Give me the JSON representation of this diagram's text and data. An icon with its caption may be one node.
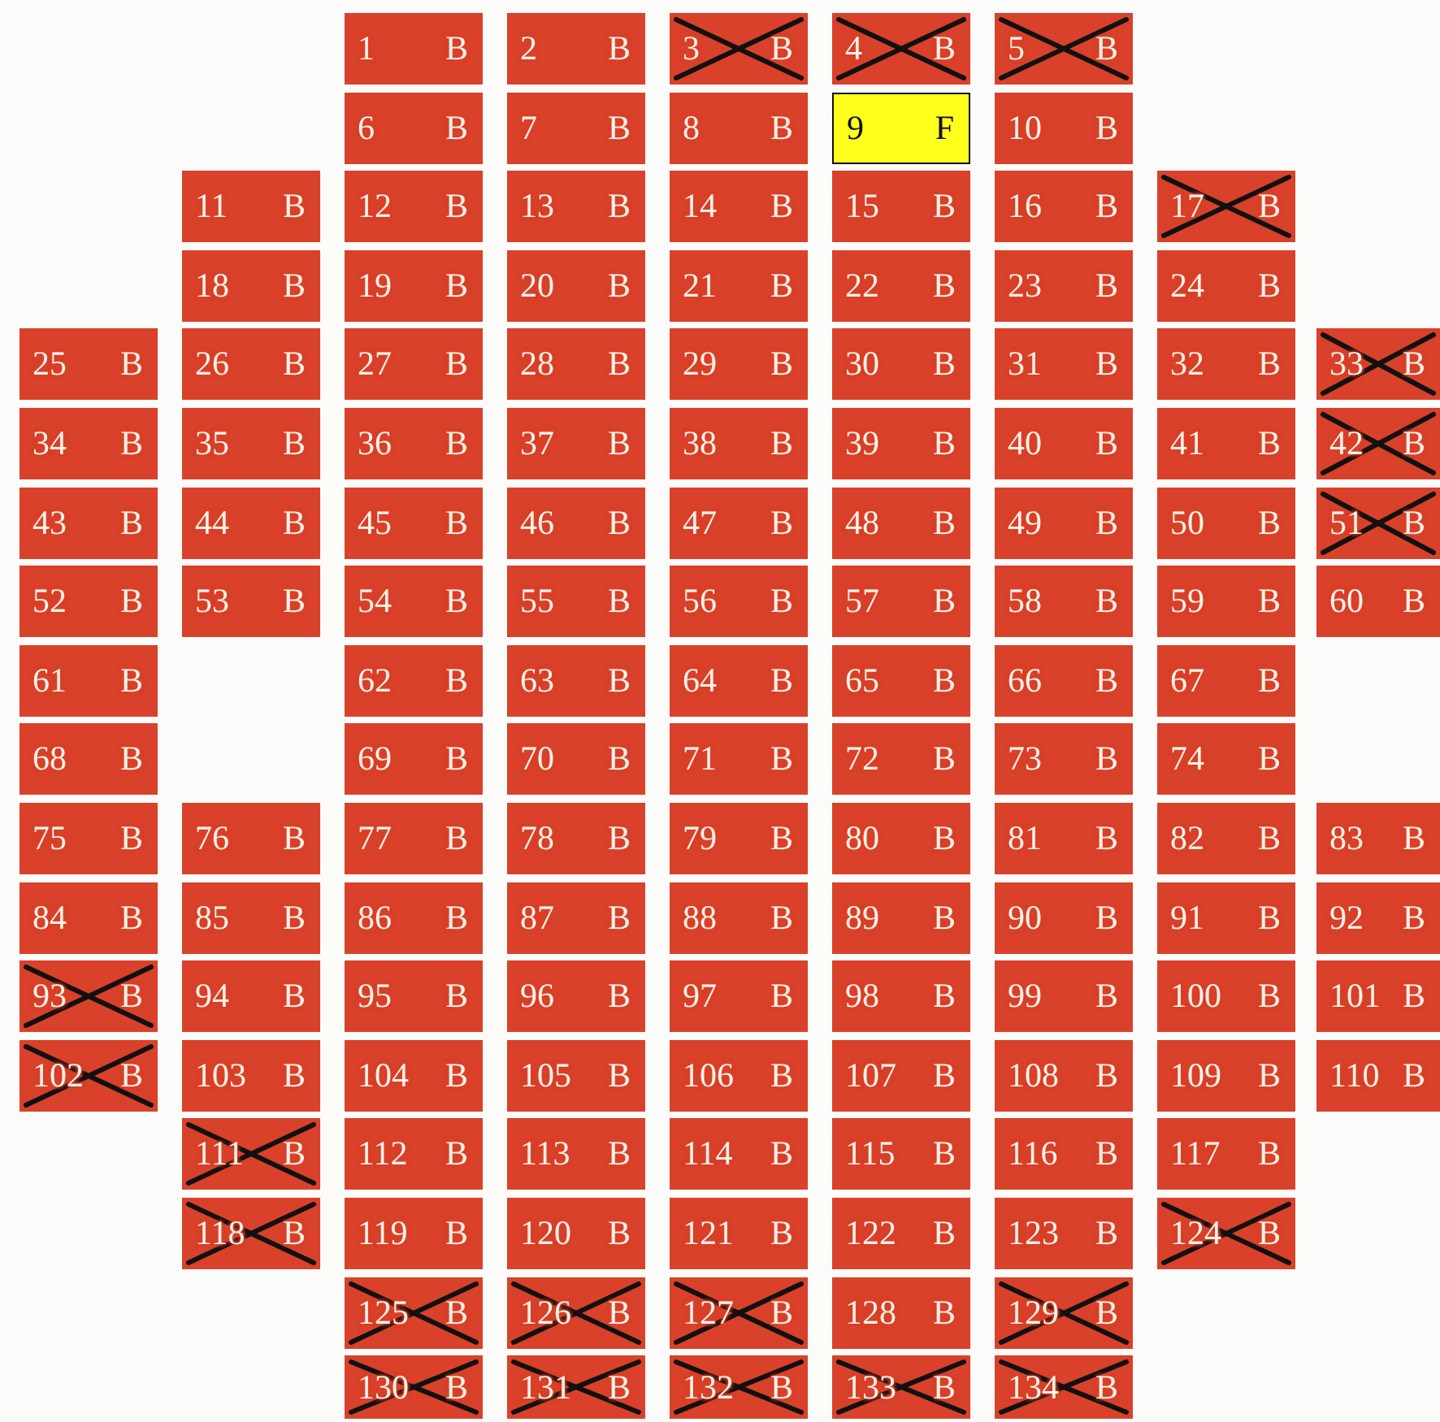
{
  "diagram": {
    "nodes": [
      {
        "text": [
          "1",
          "B"
        ]
      },
      {
        "text": [
          "2",
          "B"
        ]
      },
      {
        "text": [
          "3",
          "B"
        ]
      },
      {
        "text": [
          "4",
          "B"
        ]
      },
      {
        "text": [
          "5",
          "B"
        ]
      },
      {
        "text": [
          "6",
          "B"
        ]
      },
      {
        "text": [
          "7",
          "B"
        ]
      },
      {
        "text": [
          "8",
          "B"
        ]
      },
      {
        "text": [
          "9",
          "F"
        ]
      },
      {
        "text": [
          "10",
          "B"
        ]
      },
      {
        "text": [
          "11",
          "B"
        ]
      },
      {
        "text": [
          "12",
          "B"
        ]
      },
      {
        "text": [
          "13",
          "B"
        ]
      },
      {
        "text": [
          "14",
          "B"
        ]
      },
      {
        "text": [
          "15",
          "B"
        ]
      },
      {
        "text": [
          "16",
          "B"
        ]
      },
      {
        "text": [
          "17",
          "B"
        ]
      },
      {
        "text": [
          "18",
          "B"
        ]
      },
      {
        "text": [
          "19",
          "B"
        ]
      },
      {
        "text": [
          "20",
          "B"
        ]
      },
      {
        "text": [
          "21",
          "B"
        ]
      },
      {
        "text": [
          "22",
          "B"
        ]
      },
      {
        "text": [
          "23",
          "B"
        ]
      },
      {
        "text": [
          "24",
          "B"
        ]
      },
      {
        "text": [
          "25",
          "B"
        ]
      },
      {
        "text": [
          "26",
          "B"
        ]
      },
      {
        "text": [
          "27",
          "B"
        ]
      },
      {
        "text": [
          "28",
          "B"
        ]
      },
      {
        "text": [
          "29",
          "B"
        ]
      },
      {
        "text": [
          "30",
          "B"
        ]
      },
      {
        "text": [
          "31",
          "B"
        ]
      },
      {
        "text": [
          "32",
          "B"
        ]
      },
      {
        "text": [
          "33",
          "B"
        ]
      },
      {
        "text": [
          "34",
          "B"
        ]
      },
      {
        "text": [
          "35",
          "B"
        ]
      },
      {
        "text": [
          "36",
          "B"
        ]
      },
      {
        "text": [
          "37",
          "B"
        ]
      },
      {
        "text": [
          "38",
          "B"
        ]
      },
      {
        "text": [
          "39",
          "B"
        ]
      },
      {
        "text": [
          "40",
          "B"
        ]
      },
      {
        "text": [
          "41",
          "B"
        ]
      },
      {
        "text": [
          "42",
          "B"
        ]
      },
      {
        "text": [
          "43",
          "B"
        ]
      },
      {
        "text": [
          "44",
          "B"
        ]
      },
      {
        "text": [
          "45",
          "B"
        ]
      },
      {
        "text": [
          "46",
          "B"
        ]
      },
      {
        "text": [
          "47",
          "B"
        ]
      },
      {
        "text": [
          "48",
          "B"
        ]
      },
      {
        "text": [
          "49",
          "B"
        ]
      },
      {
        "text": [
          "50",
          "B"
        ]
      },
      {
        "text": [
          "51",
          "B"
        ]
      },
      {
        "text": [
          "52",
          "B"
        ]
      },
      {
        "text": [
          "53",
          "B"
        ]
      },
      {
        "text": [
          "54",
          "B"
        ]
      },
      {
        "text": [
          "55",
          "B"
        ]
      },
      {
        "text": [
          "56",
          "B"
        ]
      },
      {
        "text": [
          "57",
          "B"
        ]
      },
      {
        "text": [
          "58",
          "B"
        ]
      },
      {
        "text": [
          "59",
          "B"
        ]
      },
      {
        "text": [
          "60",
          "B"
        ]
      },
      {
        "text": [
          "61",
          "B"
        ]
      },
      {
        "text": [
          "62",
          "B"
        ]
      },
      {
        "text": [
          "63",
          "B"
        ]
      },
      {
        "text": [
          "64",
          "B"
        ]
      },
      {
        "text": [
          "65",
          "B"
        ]
      },
      {
        "text": [
          "66",
          "B"
        ]
      },
      {
        "text": [
          "67",
          "B"
        ]
      },
      {
        "text": [
          "68",
          "B"
        ]
      },
      {
        "text": [
          "69",
          "B"
        ]
      },
      {
        "text": [
          "70",
          "B"
        ]
      },
      {
        "text": [
          "71",
          "B"
        ]
      },
      {
        "text": [
          "72",
          "B"
        ]
      },
      {
        "text": [
          "73",
          "B"
        ]
      },
      {
        "text": [
          "74",
          "B"
        ]
      },
      {
        "text": [
          "75",
          "B"
        ]
      },
      {
        "text": [
          "76",
          "B"
        ]
      },
      {
        "text": [
          "77",
          "B"
        ]
      },
      {
        "text": [
          "78",
          "B"
        ]
      },
      {
        "text": [
          "79",
          "B"
        ]
      },
      {
        "text": [
          "80",
          "B"
        ]
      },
      {
        "text": [
          "81",
          "B"
        ]
      },
      {
        "text": [
          "82",
          "B"
        ]
      },
      {
        "text": [
          "83",
          "B"
        ]
      },
      {
        "text": [
          "84",
          "B"
        ]
      },
      {
        "text": [
          "85",
          "B"
        ]
      },
      {
        "text": [
          "86",
          "B"
        ]
      },
      {
        "text": [
          "87",
          "B"
        ]
      },
      {
        "text": [
          "88",
          "B"
        ]
      },
      {
        "text": [
          "89",
          "B"
        ]
      },
      {
        "text": [
          "90",
          "B"
        ]
      },
      {
        "text": [
          "91",
          "B"
        ]
      },
      {
        "text": [
          "92",
          "B"
        ]
      },
      {
        "text": [
          "93",
          "B"
        ]
      },
      {
        "text": [
          "94",
          "B"
        ]
      },
      {
        "text": [
          "95",
          "B"
        ]
      },
      {
        "text": [
          "96",
          "B"
        ]
      },
      {
        "text": [
          "97",
          "B"
        ]
      },
      {
        "text": [
          "98",
          "B"
        ]
      },
      {
        "text": [
          "99",
          "B"
        ]
      },
      {
        "text": [
          "100",
          "B"
        ]
      },
      {
        "text": [
          "101",
          "B"
        ]
      },
      {
        "text": [
          "102",
          "B"
        ]
      },
      {
        "text": [
          "103",
          "B"
        ]
      },
      {
        "text": [
          "104",
          "B"
        ]
      },
      {
        "text": [
          "105",
          "B"
        ]
      },
      {
        "text": [
          "106",
          "B"
        ]
      },
      {
        "text": [
          "107",
          "B"
        ]
      },
      {
        "text": [
          "108",
          "B"
        ]
      },
      {
        "text": [
          "109",
          "B"
        ]
      },
      {
        "text": [
          "110",
          "B"
        ]
      },
      {
        "text": [
          "111",
          "B"
        ]
      },
      {
        "text": [
          "112",
          "B"
        ]
      },
      {
        "text": [
          "113",
          "B"
        ]
      },
      {
        "text": [
          "114",
          "B"
        ]
      },
      {
        "text": [
          "115",
          "B"
        ]
      },
      {
        "text": [
          "116",
          "B"
        ]
      },
      {
        "text": [
          "117",
          "B"
        ]
      },
      {
        "text": [
          "118",
          "B"
        ]
      },
      {
        "text": [
          "119",
          "B"
        ]
      },
      {
        "text": [
          "120",
          "B"
        ]
      },
      {
        "text": [
          "121",
          "B"
        ]
      },
      {
        "text": [
          "122",
          "B"
        ]
      },
      {
        "text": [
          "123",
          "B"
        ]
      },
      {
        "text": [
          "124",
          "B"
        ]
      },
      {
        "text": [
          "125",
          "B"
        ]
      },
      {
        "text": [
          "126",
          "B"
        ]
      },
      {
        "text": [
          "127",
          "B"
        ]
      },
      {
        "text": [
          "128",
          "B"
        ]
      },
      {
        "text": [
          "129",
          "B"
        ]
      },
      {
        "text": [
          "130",
          "B"
        ]
      },
      {
        "text": [
          "131",
          "B"
        ]
      },
      {
        "text": [
          "132",
          "B"
        ]
      },
      {
        "text": [
          "133",
          "B"
        ]
      },
      {
        "text": [
          "134",
          "B"
        ]
      }
    ]
  }
}
